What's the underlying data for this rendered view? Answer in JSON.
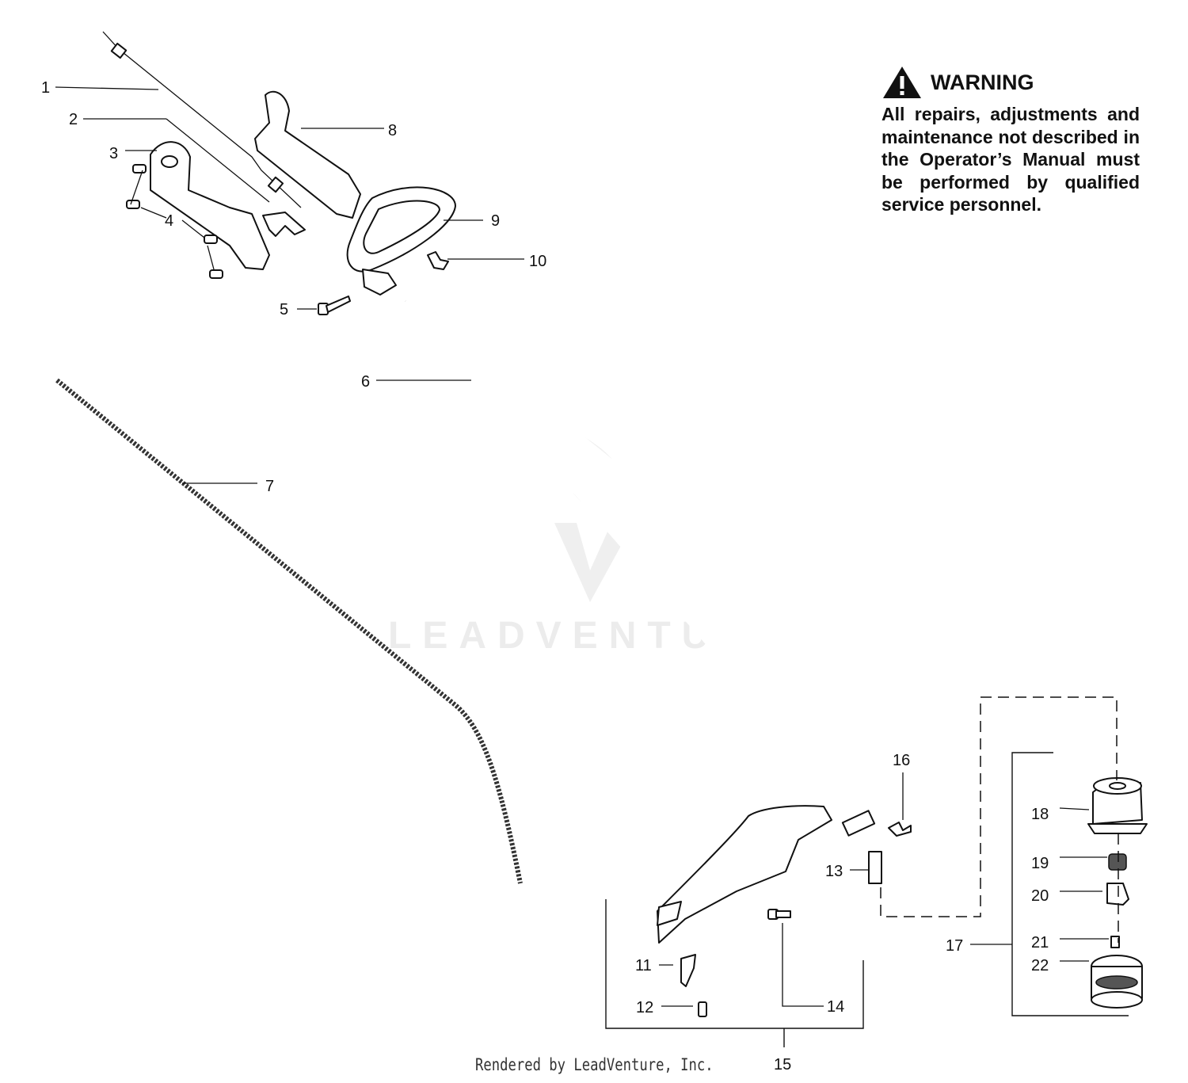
{
  "warning": {
    "title": "WARNING",
    "text": "All repairs, adjustments and maintenance not described in the Operator’s Manual must be performed by qualified service personnel."
  },
  "watermark": "LEADVENTURE",
  "footer": "Rendered by LeadVenture, Inc.",
  "callouts": [
    "1",
    "2",
    "3",
    "4",
    "5",
    "6",
    "7",
    "8",
    "9",
    "10",
    "11",
    "12",
    "13",
    "14",
    "15",
    "16",
    "17",
    "18",
    "19",
    "20",
    "21",
    "22"
  ],
  "icons": {
    "warning": "warning-triangle-icon",
    "watermark_logo": "leadventure-logo-icon"
  }
}
